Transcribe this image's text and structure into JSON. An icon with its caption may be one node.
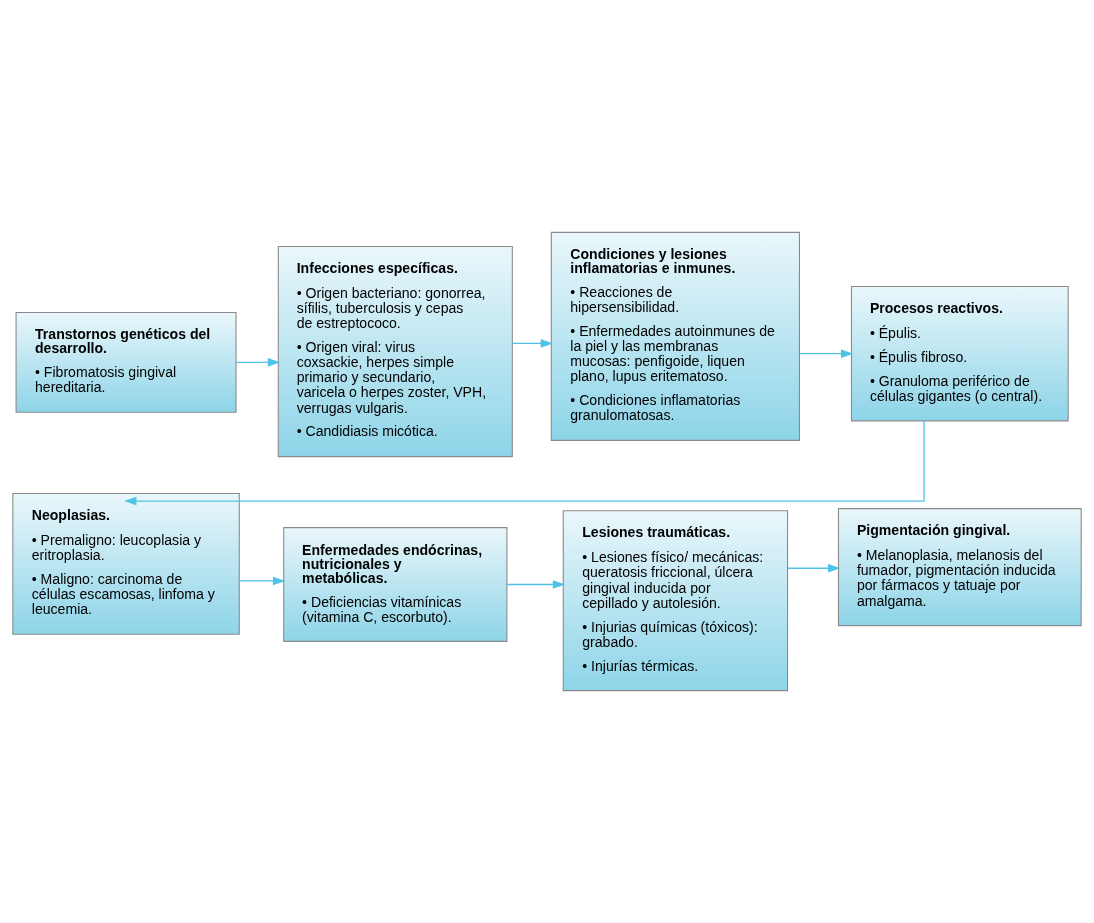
{
  "diagram": {
    "nodes": [
      {
        "text": [
          "Transtornos genéticos del desarrollo.",
          "• Fibromatosis gingival hereditaria."
        ]
      },
      {
        "text": [
          "Infecciones específicas.",
          "• Origen bacteriano: gonorrea, sífilis, tuberculosis y cepas de estreptococo.",
          "• Origen viral: virus coxsackie, herpes simple primario y secundario, varicela o herpes zoster, VPH, verrugas vulgaris.",
          "• Candidiasis micótica."
        ]
      },
      {
        "text": [
          "Condiciones y lesiones inflamatorias e inmunes.",
          "• Reacciones de hipersensibilidad.",
          "• Enfermedades autoinmunes de la piel y las membranas mucosas: penfigoide, liquen plano, lupus eritematoso.",
          "• Condiciones inflamatorias granulomatosas."
        ]
      },
      {
        "text": [
          "Procesos reactivos.",
          "• Épulis.",
          "• Épulis fibroso.",
          "• Granuloma periférico de células gigantes (o central)."
        ]
      },
      {
        "text": [
          "Neoplasias.",
          "• Premaligno: leucoplasia y eritroplasia.",
          "• Maligno: carcinoma de células escamosas, linfoma y leucemia."
        ]
      },
      {
        "text": [
          "Enfermedades endócrinas, nutricionales y metabólicas.",
          "• Deficiencias vitamínicas (vitamina C, escorbuto)."
        ]
      },
      {
        "text": [
          "Lesiones traumáticas.",
          "• Lesiones físico/ mecánicas: queratosis friccional, úlcera gingival inducida por cepillado y autolesión.",
          "• Injurias químicas (tóxicos): grabado.",
          "• Injurías térmicas."
        ]
      },
      {
        "text": [
          "Pigmentación gingival.",
          "• Melanoplasia, melanosis del fumador, pigmentación inducida por fármacos y tatuaje por amalgama."
        ]
      }
    ],
    "edges": [
      {
        "from": 0,
        "to": 1,
        "arrow": "to"
      },
      {
        "from": 1,
        "to": 2,
        "arrow": "to"
      },
      {
        "from": 2,
        "to": 3,
        "arrow": "to"
      },
      {
        "from": 3,
        "to": 4,
        "arrow": "to"
      },
      {
        "from": 4,
        "to": 5,
        "arrow": "to"
      },
      {
        "from": 5,
        "to": 6,
        "arrow": "to"
      },
      {
        "from": 6,
        "to": 7,
        "arrow": "to"
      }
    ]
  }
}
